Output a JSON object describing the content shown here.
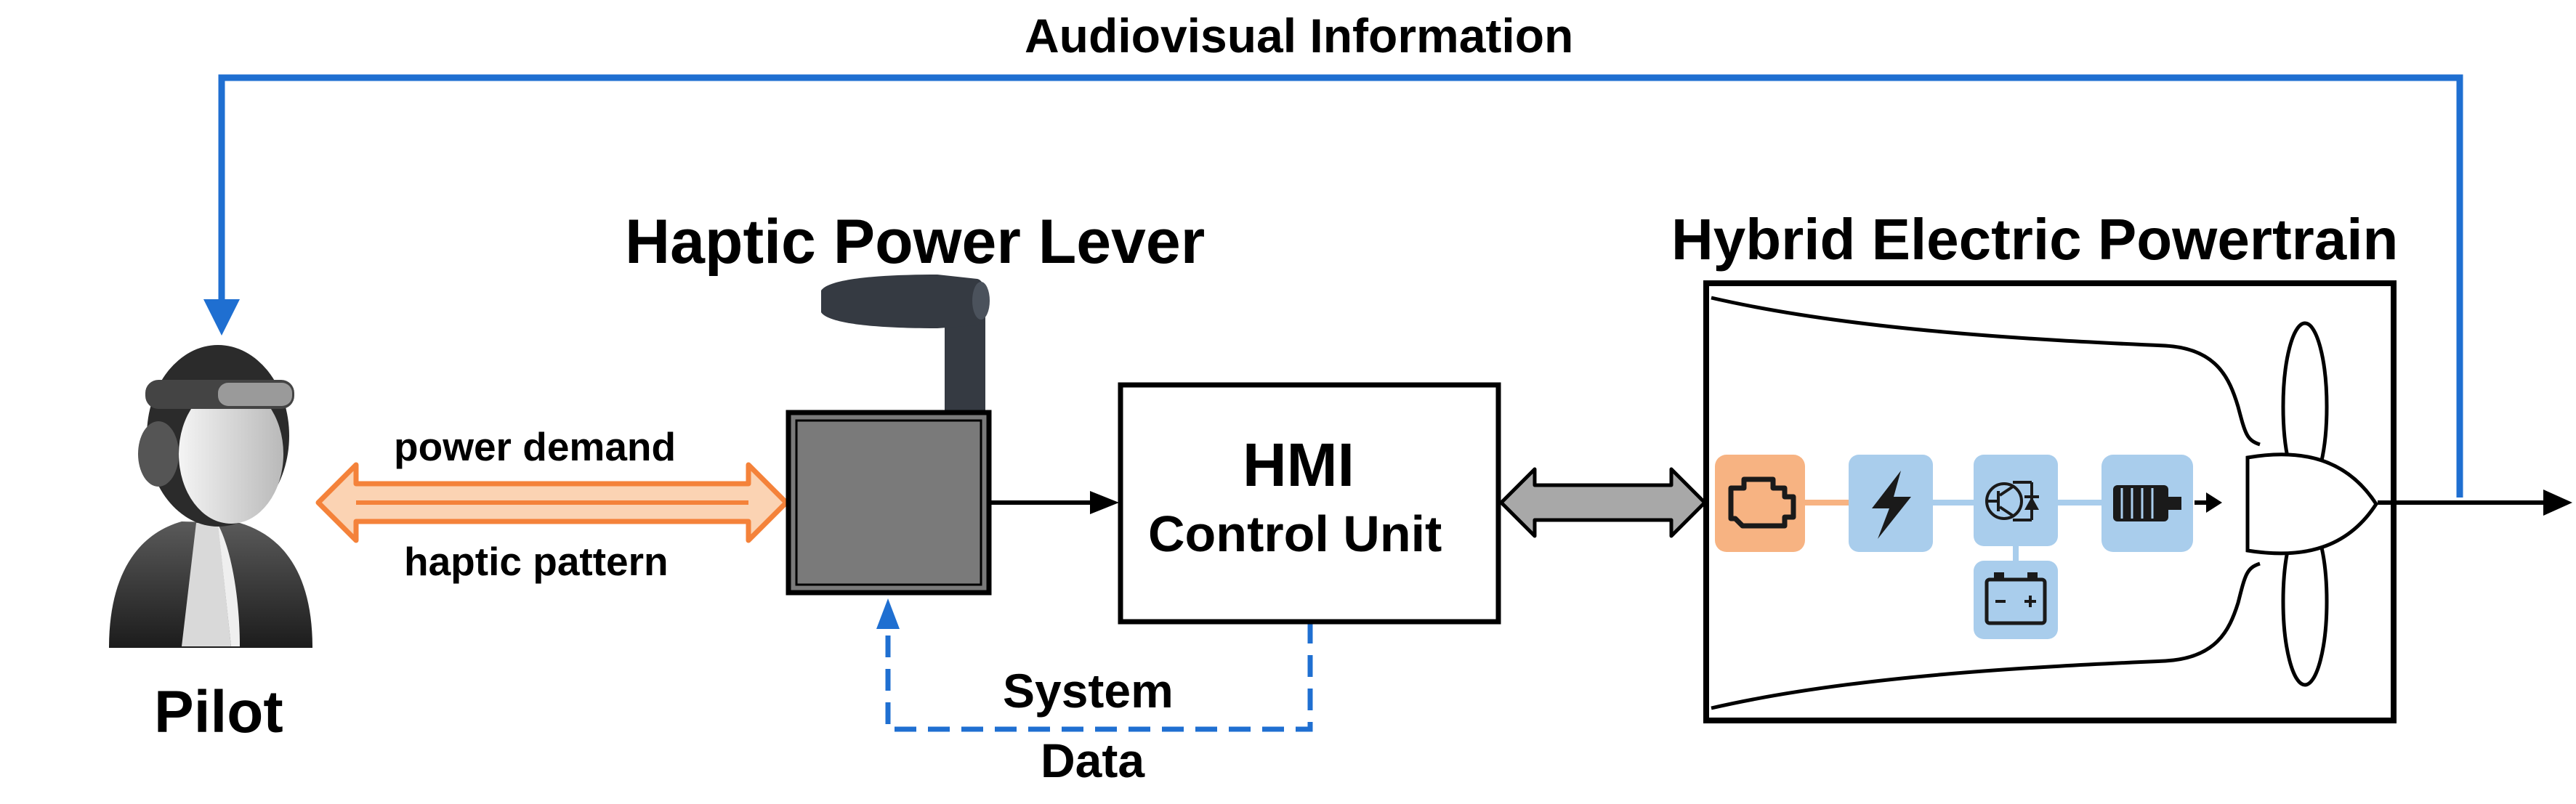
{
  "title": "Audiovisual Information",
  "lever": {
    "title": "Haptic Power Lever"
  },
  "powertrain": {
    "title": "Hybrid Electric Powertrain"
  },
  "hmi": {
    "title": "HMI",
    "subtitle": "Control Unit"
  },
  "link": {
    "top_label": "power demand",
    "bottom_label": "haptic pattern"
  },
  "feedback": {
    "line1": "System",
    "line2": "Data"
  },
  "pilot": {
    "label": "Pilot"
  },
  "icons": [
    "pilot-icon",
    "power-lever-icon",
    "engine-icon",
    "lightning-icon",
    "inverter-icon",
    "motor-icon",
    "battery-icon",
    "propeller-icon"
  ],
  "colors": {
    "blue": "#1f6fd1",
    "orange": "#f4823a",
    "orange_fill": "#fbd3b3",
    "component_blue": "#a9cdec",
    "engine_orange": "#f7b382",
    "gray_arrow": "#a8a8a8"
  }
}
